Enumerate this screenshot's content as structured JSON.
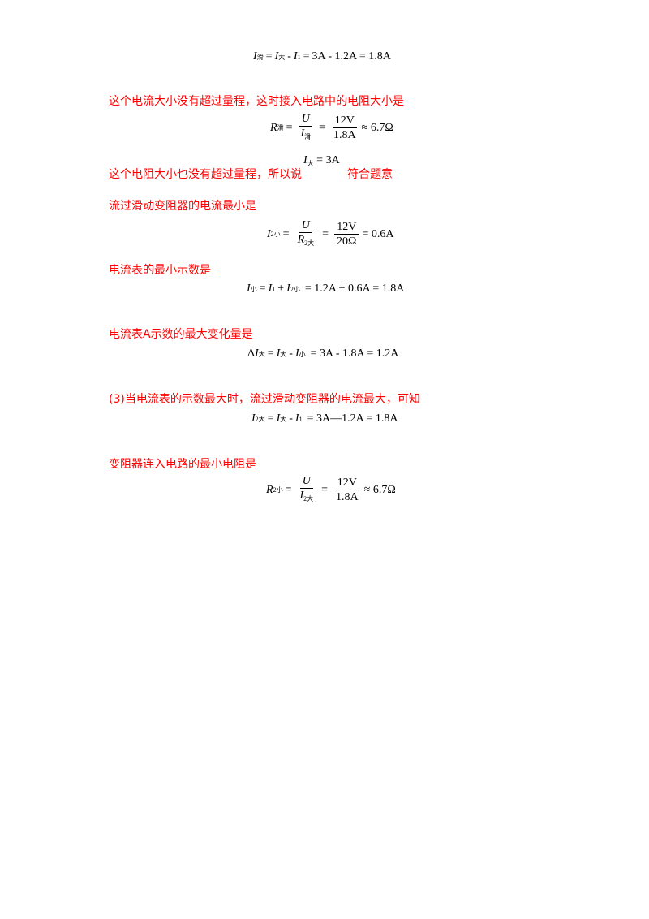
{
  "eq1": {
    "lhs": "I",
    "lhs_sub": "滑",
    "a": "I",
    "a_sub": "大",
    "b": "I",
    "b_sub": "1",
    "rhs": "3A - 1.2A = 1.8A"
  },
  "line1": "这个电流大小没有超过量程，这时接入电路中的电阻大小是",
  "eq2": {
    "lhs": "R",
    "lhs_sub": "滑",
    "num": "U",
    "den": "I",
    "den_sub": "滑",
    "num2": "12V",
    "den2": "1.8A",
    "rhs": "≈ 6.7Ω"
  },
  "line2a": "这个电阻大小也没有超过量程，所以说",
  "inline": {
    "sym": "I",
    "sub": "大",
    "rhs": "= 3A"
  },
  "line2b": "符合题意",
  "line3": "流过滑动变阻器的电流最小是",
  "eq3": {
    "lhs": "I",
    "lhs_sub": "2小",
    "num": "U",
    "den": "R",
    "den_sub": "2大",
    "num2": "12V",
    "den2": "20Ω",
    "rhs": "= 0.6A"
  },
  "line4": "电流表的最小示数是",
  "eq4": {
    "lhs": "I",
    "lhs_sub": "小",
    "a": "I",
    "a_sub": "1",
    "b": "I",
    "b_sub": "2小",
    "rhs": "= 1.2A + 0.6A = 1.8A"
  },
  "line5": "电流表A示数的最大变化量是",
  "eq5": {
    "delta": "Δ",
    "lhs": "I",
    "lhs_sub": "大",
    "a": "I",
    "a_sub": "大",
    "b": "I",
    "b_sub": "小",
    "rhs": "= 3A - 1.8A = 1.2A"
  },
  "line6": "(3)当电流表的示数最大时，流过滑动变阻器的电流最大，可知",
  "eq6": {
    "lhs": "I",
    "lhs_sub": "2大",
    "a": "I",
    "a_sub": "大",
    "b": "I",
    "b_sub": "1",
    "rhs": "= 3A—1.2A = 1.8A"
  },
  "line7": "变阻器连入电路的最小电阻是",
  "eq7": {
    "lhs": "R",
    "lhs_sub": "2小",
    "num": "U",
    "den": "I",
    "den_sub": "2大",
    "num2": "12V",
    "den2": "1.8A",
    "rhs": "≈ 6.7Ω"
  }
}
